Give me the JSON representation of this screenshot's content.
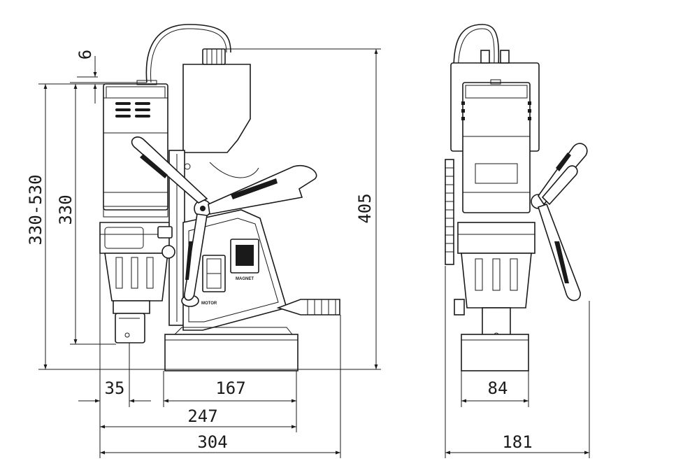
{
  "dimensions": {
    "top_offset": "6",
    "height_range": "330-530",
    "height": "330",
    "total_height": "405",
    "spindle_offset": "35",
    "base_length": "167",
    "base_plus_reach": "247",
    "total_length": "304",
    "base_width": "84",
    "total_width": "181"
  },
  "labels": {
    "motor": "MOTOR",
    "magnet": "MAGNET"
  }
}
